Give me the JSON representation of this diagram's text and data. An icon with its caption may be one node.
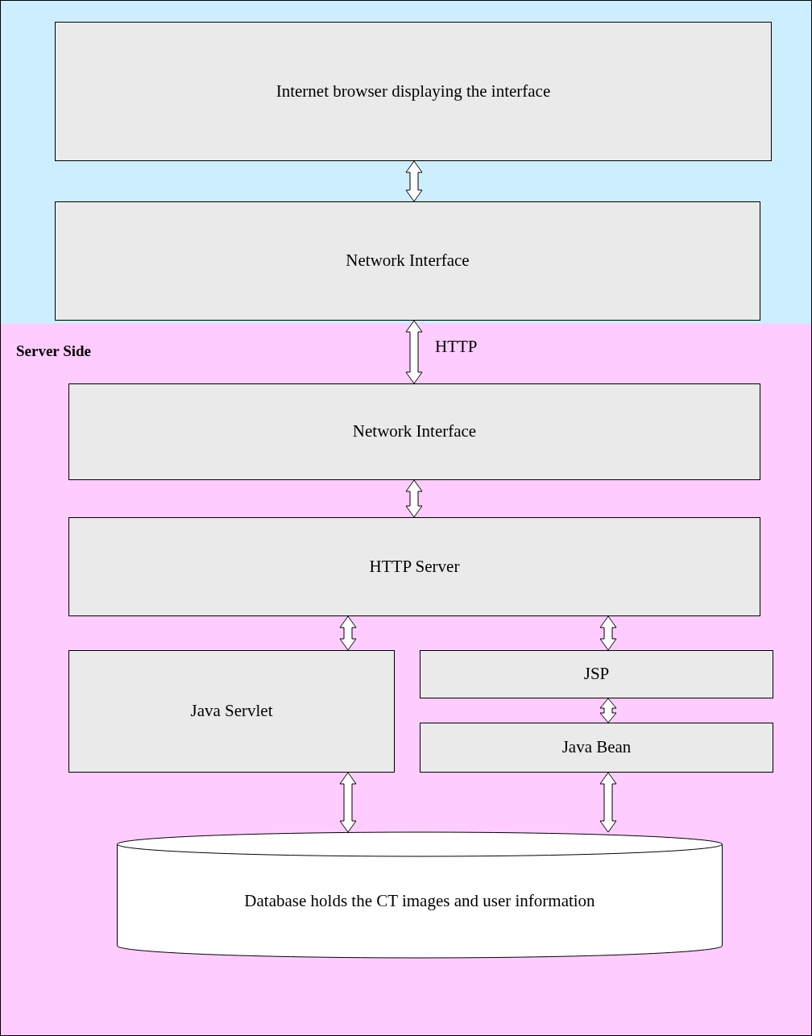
{
  "diagram": {
    "nodes": [
      {
        "text": [],
        "shape": "box"
      },
      {
        "text": [
          "Internet browser displaying the interface"
        ],
        "in": 0
      },
      {
        "text": [
          "Network Interface"
        ],
        "in": 0
      },
      {
        "text": [
          "Server Side"
        ]
      },
      {
        "text": [
          "Network Interface"
        ],
        "in": 3
      },
      {
        "text": [
          "HTTP Server"
        ],
        "in": 3
      },
      {
        "text": [
          "Java Servlet"
        ],
        "in": 3
      },
      {
        "text": [
          "JSP"
        ],
        "in": 3
      },
      {
        "text": [
          "Java Bean"
        ],
        "in": 3
      },
      {
        "text": [
          "Database holds the CT images and user information"
        ],
        "in": 3
      }
    ],
    "edges": [
      {
        "from": 1,
        "to": 2,
        "arrow": "both"
      },
      {
        "from": 2,
        "to": 4,
        "arrow": "both",
        "label": "HTTP"
      },
      {
        "from": 4,
        "to": 5,
        "arrow": "both"
      },
      {
        "from": 5,
        "to": 6,
        "arrow": "both"
      },
      {
        "from": 5,
        "to": 7,
        "arrow": "both"
      },
      {
        "from": 7,
        "to": 8,
        "arrow": "both"
      },
      {
        "from": 6,
        "to": 9,
        "arrow": "both"
      },
      {
        "from": 8,
        "to": 9,
        "arrow": "both"
      }
    ]
  }
}
